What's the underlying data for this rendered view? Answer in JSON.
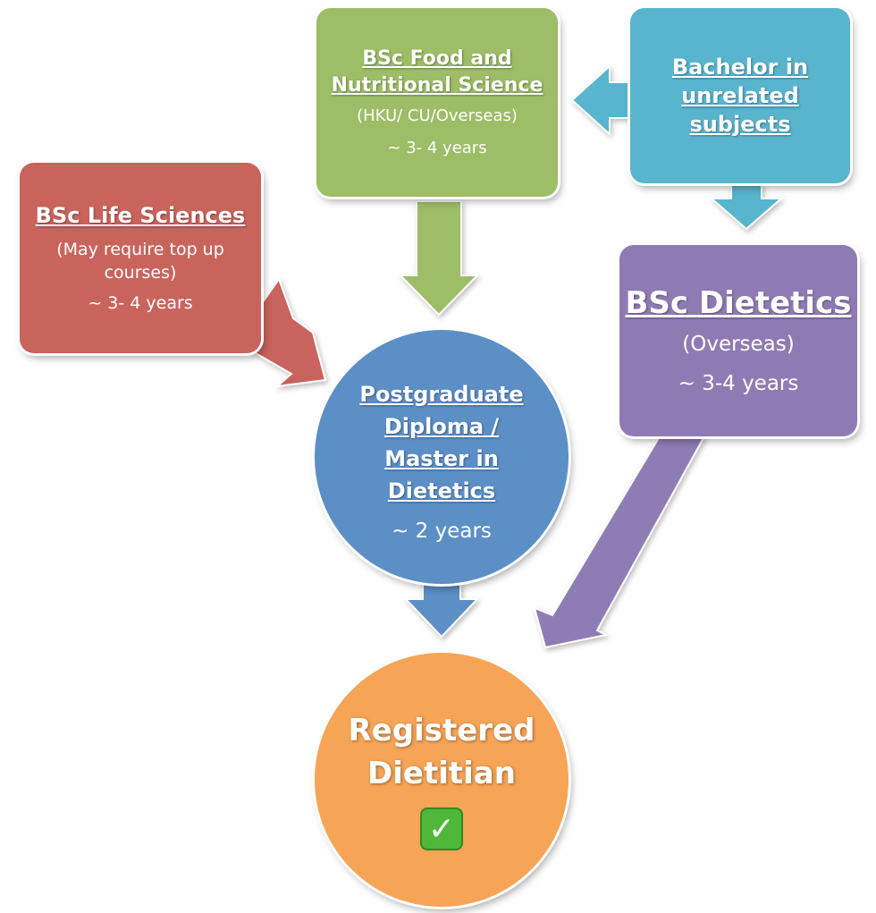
{
  "nodes": {
    "life_sciences": {
      "title": "BSc Life Sciences",
      "note": "(May require top up courses)",
      "duration": "~ 3- 4 years",
      "color": "#c9645d"
    },
    "food_science": {
      "title": "BSc Food and Nutritional Science",
      "note": "(HKU/ CU/Overseas)",
      "duration": "~ 3- 4 years",
      "color": "#9dbd66"
    },
    "unrelated": {
      "title": "Bachelor in unrelated subjects",
      "color": "#59b5cd"
    },
    "dietetics": {
      "title": "BSc Dietetics",
      "note": "(Overseas)",
      "duration": "~ 3-4 years",
      "color": "#8f7bb4"
    },
    "postgraduate": {
      "title": "Postgraduate Diploma / Master in Dietetics",
      "duration": "~ 2 years",
      "color": "#5c8fc6"
    },
    "registered": {
      "title": "Registered Dietitian",
      "icon": "check-mark-icon",
      "check_glyph": "✓",
      "color": "#f6a456"
    }
  },
  "edges": [
    {
      "from": "life_sciences",
      "to": "postgraduate",
      "color": "#c9645d"
    },
    {
      "from": "food_science",
      "to": "postgraduate",
      "color": "#9dbd66"
    },
    {
      "from": "unrelated",
      "to": "food_science",
      "color": "#59b5cd"
    },
    {
      "from": "unrelated",
      "to": "dietetics",
      "color": "#59b5cd"
    },
    {
      "from": "postgraduate",
      "to": "registered",
      "color": "#5c8fc6"
    },
    {
      "from": "dietetics",
      "to": "registered",
      "color": "#8f7bb4"
    }
  ]
}
